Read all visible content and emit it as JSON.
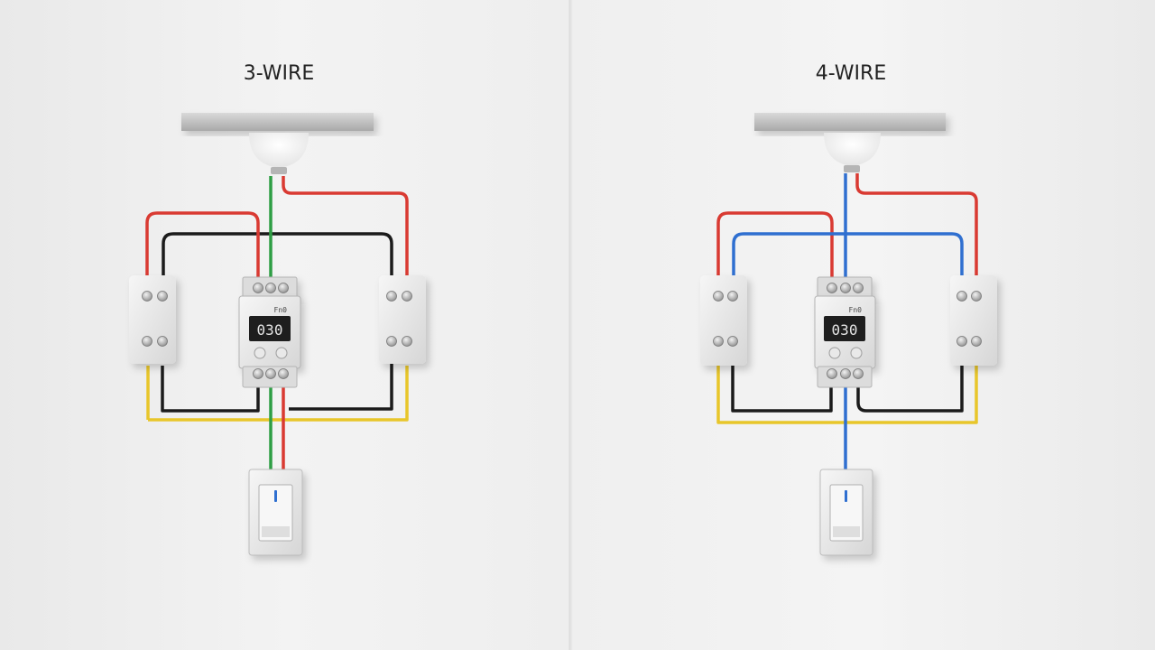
{
  "panels": [
    {
      "title": "3-WIRE",
      "meter": {
        "label": "Fn0",
        "reading": "030"
      },
      "wire_colors": {
        "light_feed": "#2e9e44",
        "hot_a": "#d93a32",
        "hot_b": "#d93a32",
        "loop": "#1b1b1b",
        "traveler": "#e8c62a"
      }
    },
    {
      "title": "4-WIRE",
      "meter": {
        "label": "Fn0",
        "reading": "030"
      },
      "wire_colors": {
        "light_feed": "#2f6fd0",
        "hot_a": "#d93a32",
        "hot_b": "#d93a32",
        "loop": "#2f6fd0",
        "traveler": "#e8c62a"
      }
    }
  ],
  "colors": {
    "red": "#d93a32",
    "green": "#2e9e44",
    "blue": "#2f6fd0",
    "black": "#1b1b1b",
    "yellow": "#e8c62a",
    "switch_led": "#2f6fd0"
  }
}
